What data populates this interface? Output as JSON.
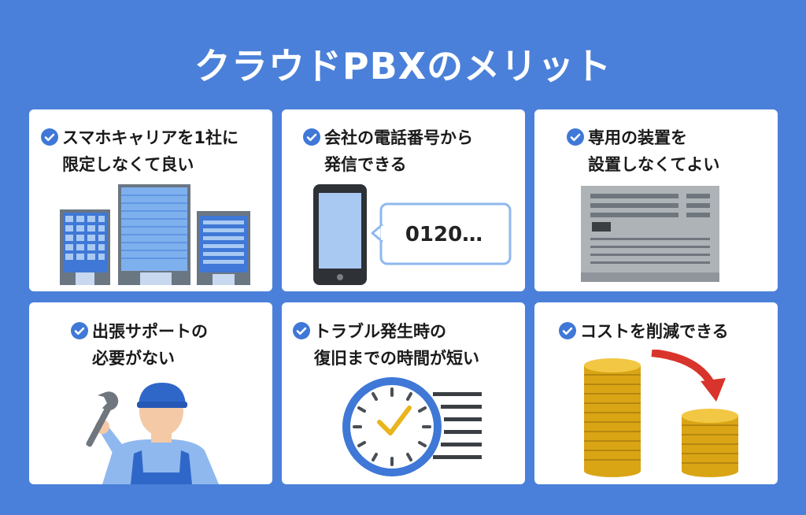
{
  "title": "クラウドPBXのメリット",
  "cards": [
    {
      "line1": "スマホキャリアを1社に",
      "line2": "限定しなくて良い"
    },
    {
      "line1": "会社の電話番号から",
      "line2": "発信できる"
    },
    {
      "line1": "専用の装置を",
      "line2": "設置しなくてよい"
    },
    {
      "line1": "出張サポートの",
      "line2": "必要がない"
    },
    {
      "line1": "トラブル発生時の",
      "line2": "復旧までの時間が短い"
    },
    {
      "line1": "コストを削減できる",
      "line2": ""
    }
  ],
  "phone_bubble": "0120…",
  "colors": {
    "background": "#4a80d9",
    "card": "#ffffff",
    "check": "#3f78d6",
    "coin": "#e8b51c",
    "arrow": "#d9342b"
  }
}
